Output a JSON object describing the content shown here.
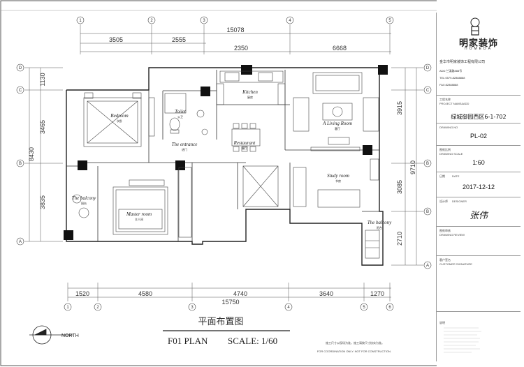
{
  "plan": {
    "top_dims": {
      "total": "15078",
      "row1": [
        "3505",
        "2555"
      ],
      "row2": [
        "2350",
        "6668"
      ]
    },
    "bottom_dims": {
      "row1": [
        "1520",
        "4580",
        "4740",
        "3640",
        "1270"
      ],
      "total": "15750"
    },
    "left_dims": {
      "outer": "8430",
      "inner": [
        "1130",
        "3465",
        "3835"
      ]
    },
    "right_dims": {
      "outer": "9710",
      "inner": [
        "3915",
        "3085",
        "2710"
      ]
    },
    "axes_top": [
      "1",
      "2",
      "3",
      "4",
      "5"
    ],
    "axes_bottom": [
      "1",
      "2",
      "3",
      "4",
      "5",
      "6"
    ],
    "axes_side": [
      "D",
      "C",
      "B",
      "A"
    ],
    "rooms": {
      "kitchen_en": "Kitchen",
      "kitchen_cn": "厨房",
      "toilet_en": "Toilet",
      "toilet_cn": "公卫",
      "bedroom_en": "Bedroom",
      "bedroom_cn": "次卧",
      "living_en": "A Living Room",
      "living_cn": "客厅",
      "entrance_en": "The entrance",
      "entrance_cn": "进门",
      "restaurant_en": "Restaurant",
      "restaurant_cn": "餐厅",
      "study_en": "Study room",
      "study_cn": "书房",
      "master_en": "Master room",
      "master_cn": "主人间",
      "balcony_l_en": "The balcony",
      "balcony_l_cn": "阳台",
      "balcony_r_en": "The balcony",
      "balcony_r_cn": "阳台"
    },
    "north": "NORTH",
    "title_cn": "平面布置图",
    "title_code": "F01  PLAN",
    "scale": "SCALE: 1/60",
    "notes": {
      "cn": "施工尺寸以现场为准，施工请按尺寸核实为准。",
      "en": "FOR COORDINATION ONLY. NOT FOR CONSTRUCTION."
    }
  },
  "title_block": {
    "brand_cn": "明家装饰",
    "brand_en": "HOMEDA",
    "company": "金华市明家装饰工程有限公司",
    "address": "ADD:兰溪路888号",
    "tel": "TEL:0579-82888888",
    "fax": "FAX:82888888",
    "project_label_cn": "工程名称",
    "project_label_en": "PROJECT NAME&ADD",
    "project_name": "绿城御园西区6-1-702",
    "drawing_no_label": "DRAWING.NO",
    "drawing_no": "PL-02",
    "scale_label_cn": "图纸比例",
    "scale_label_en": "DRAWING SCALE",
    "scale": "1:60",
    "date_label_cn": "日期",
    "date_label_en": "DATE",
    "date": "2017-12-12",
    "designer_label_cn": "设计师",
    "designer_label_en": "DESIGNER",
    "designer_signature": "张伟",
    "review_label_cn": "图纸审核",
    "review_label_en": "DRAWING REVIEW",
    "customer_label_cn": "客户签名",
    "customer_label_en": "CUSTOMER SIGNATURE",
    "notes_label": "说明"
  },
  "colors": {
    "line": "#222222",
    "fill_black": "#111111",
    "dim": "#555555"
  }
}
